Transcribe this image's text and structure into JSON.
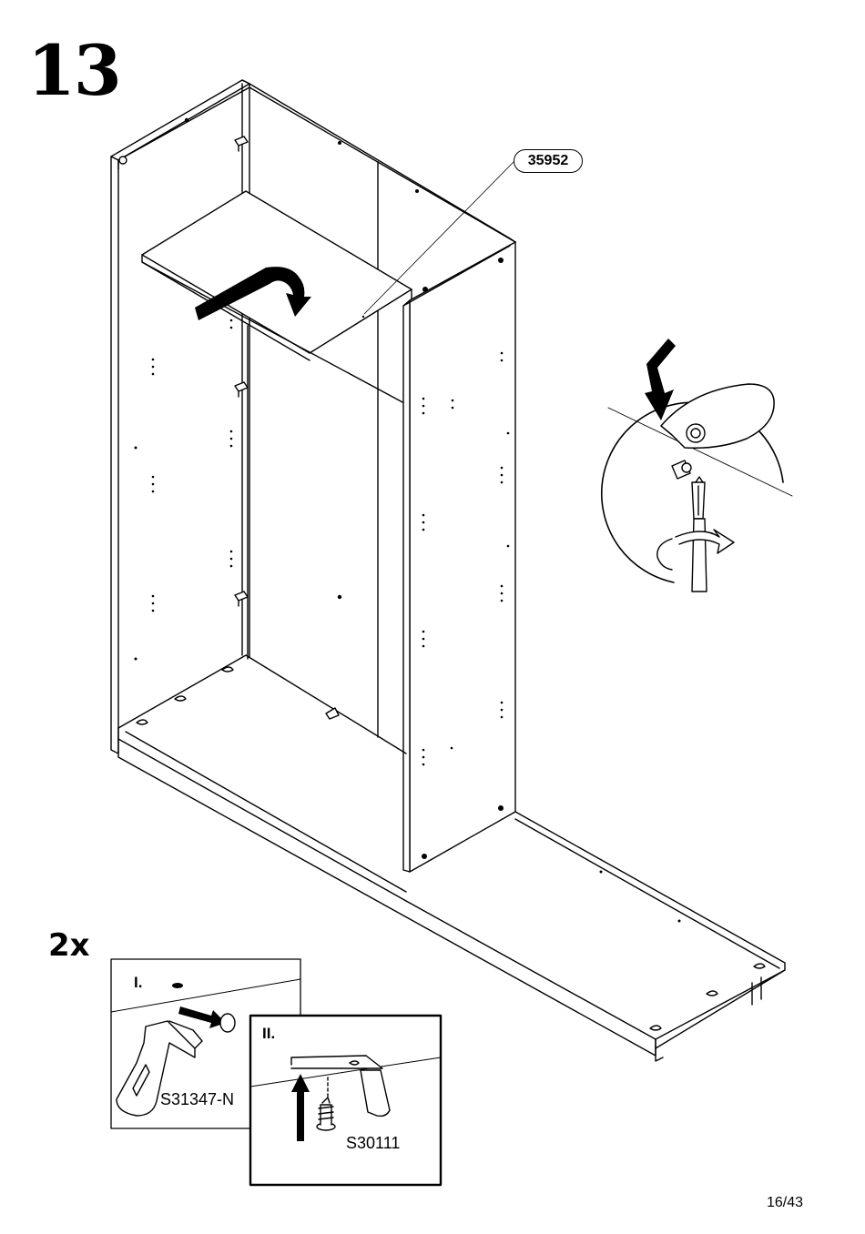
{
  "step": {
    "number": "13"
  },
  "panel_callout": {
    "part_code": "35952"
  },
  "detail": {
    "quantity": "2x",
    "panel_i": {
      "label": "I.",
      "part_code": "S31347-N"
    },
    "panel_ii": {
      "label": "II.",
      "part_code": "S30111"
    }
  },
  "footer": {
    "page_number": "16/43"
  },
  "icons": [
    "rotate-arrow-icon",
    "down-arrow-icon",
    "screwdriver-icon",
    "push-arrow-icon",
    "up-arrow-icon",
    "screw-icon",
    "bracket-icon",
    "foot-icon"
  ],
  "colors": {
    "ink": "#000000",
    "paper": "#ffffff"
  }
}
